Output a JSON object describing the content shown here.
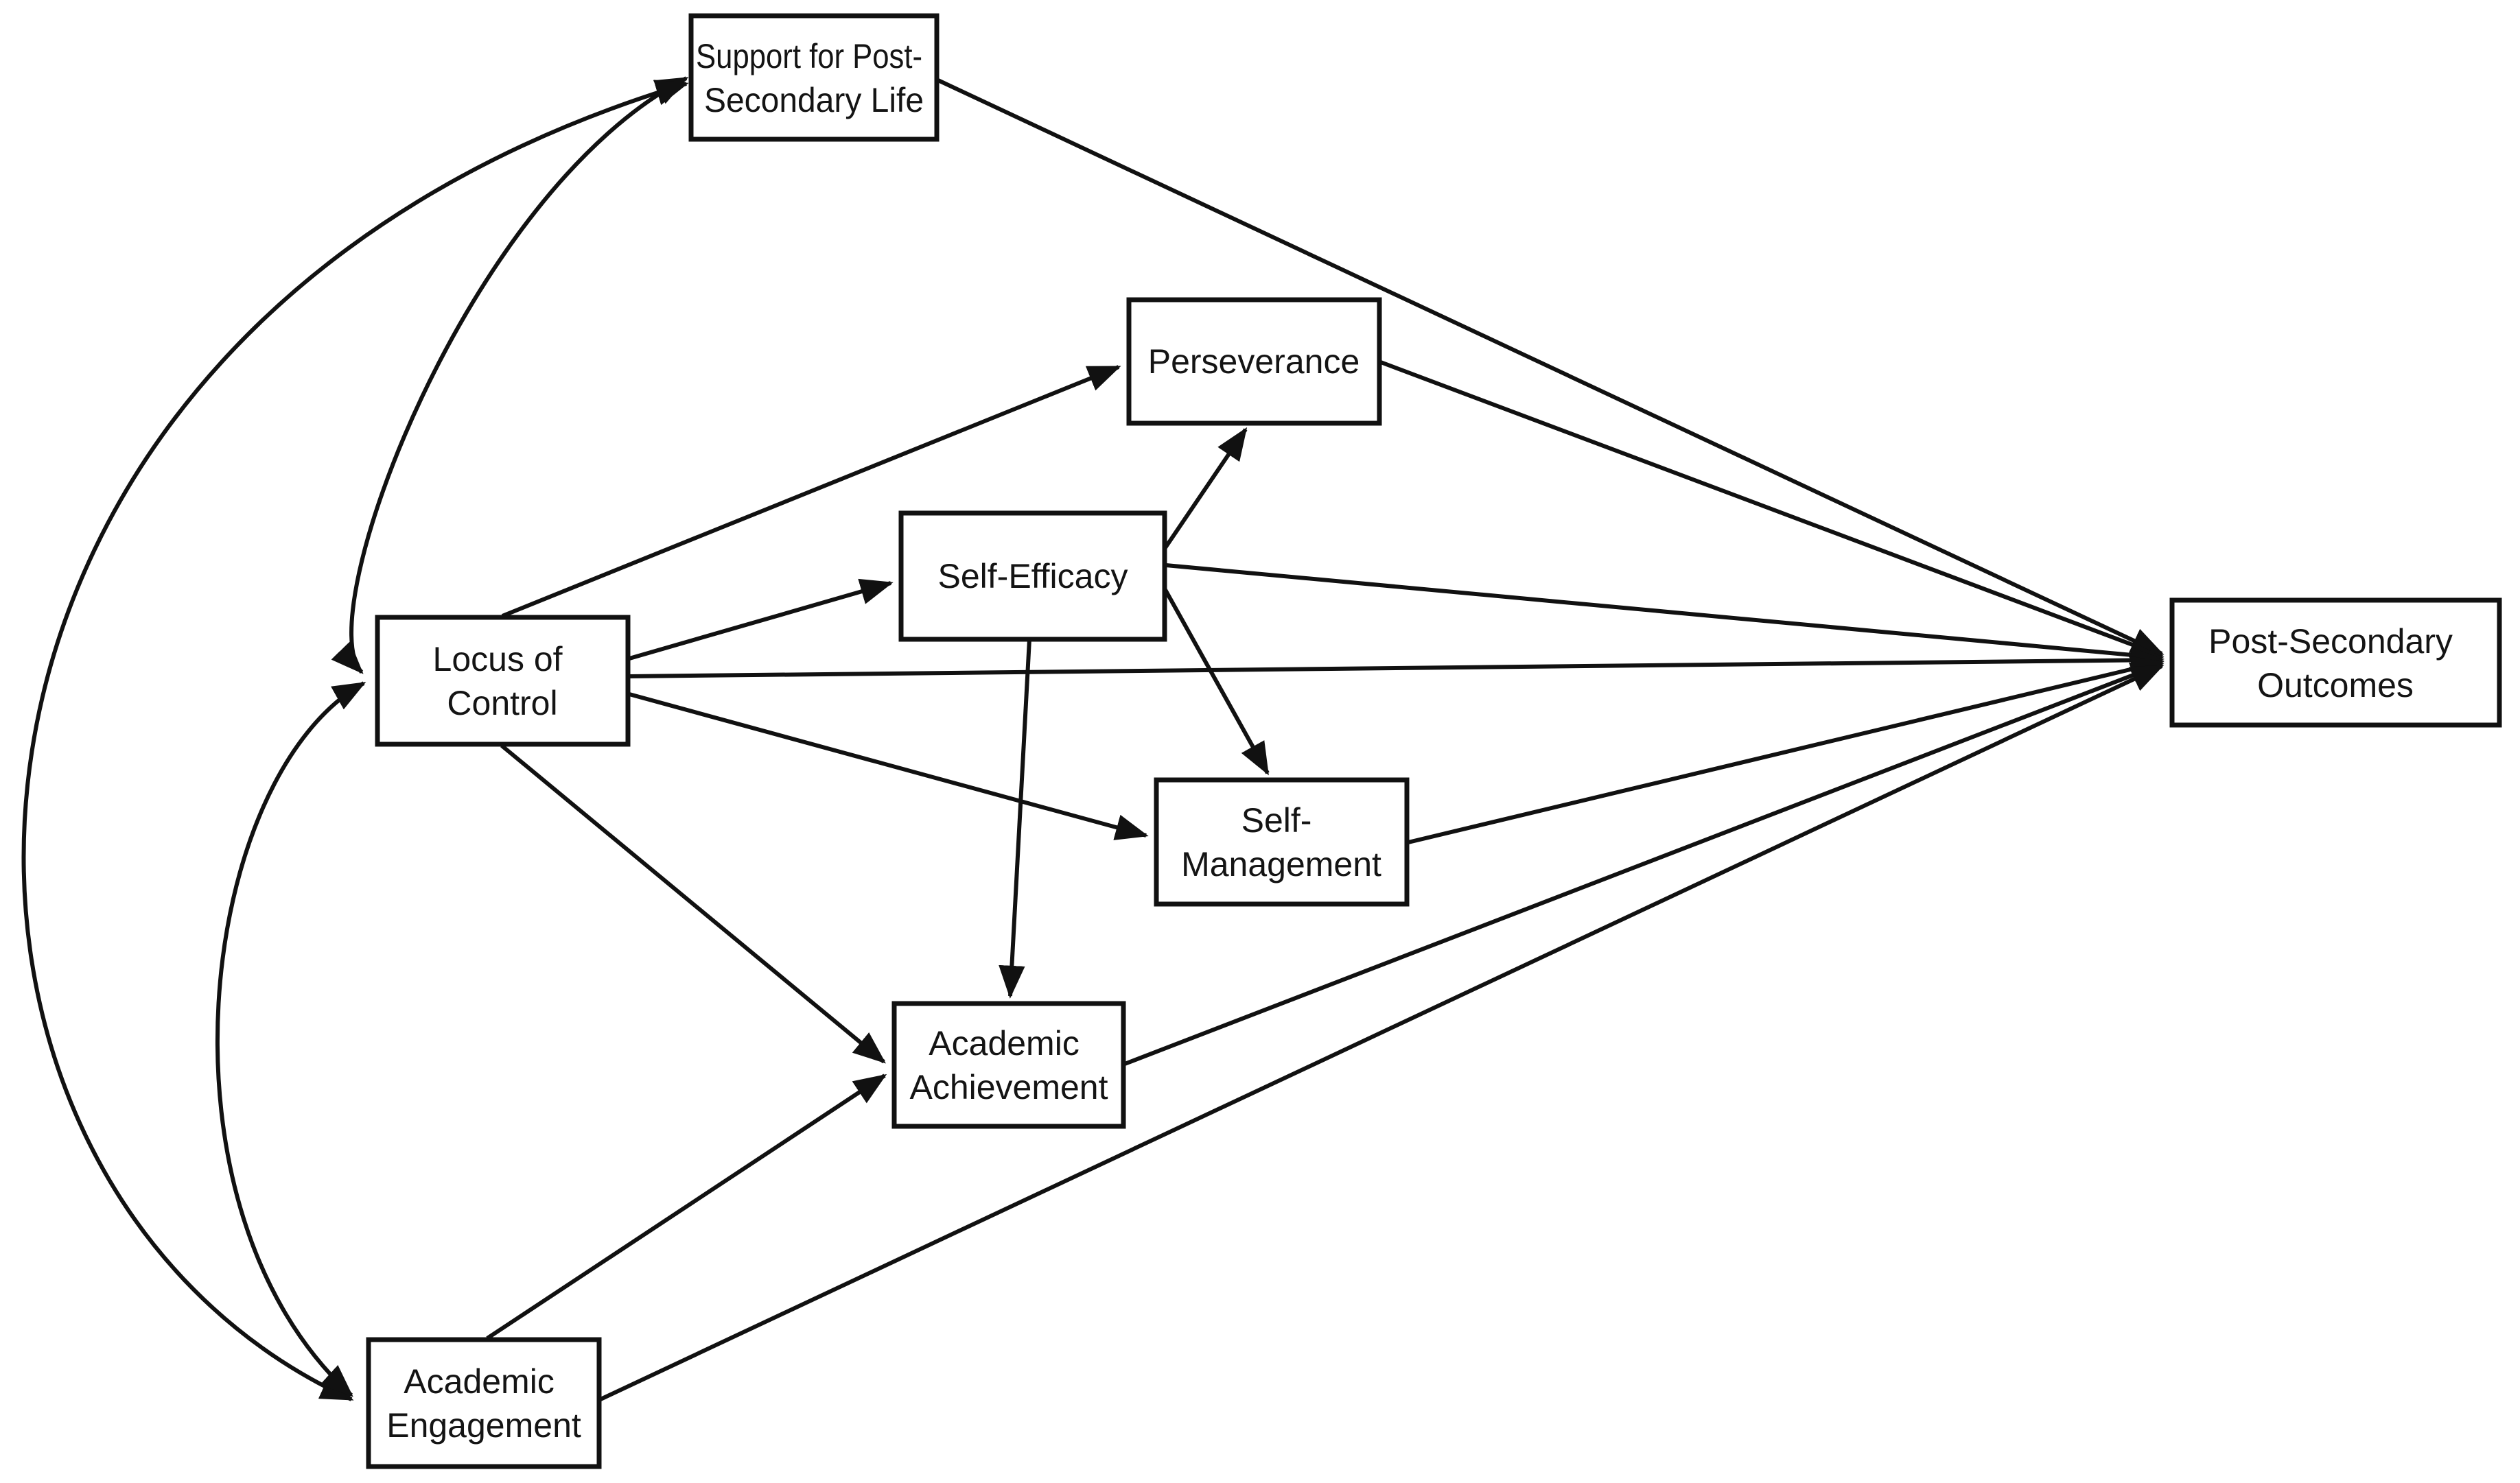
{
  "diagram": {
    "type": "path-model-diagram",
    "colors": {
      "background": "#ffffff",
      "box_fill": "#ffffff",
      "stroke": "#111111",
      "text": "#141414"
    },
    "nodes": {
      "support": {
        "label": "Support for Post-Secondary Life",
        "line1": "Support for Post-",
        "line2": "Secondary Life"
      },
      "perseverance": {
        "label": "Perseverance",
        "line1": "Perseverance",
        "line2": ""
      },
      "self_efficacy": {
        "label": "Self-Efficacy",
        "line1": "Self-Efficacy",
        "line2": ""
      },
      "locus": {
        "label": "Locus of Control",
        "line1": "Locus of",
        "line2": "Control"
      },
      "post_secondary_outcomes": {
        "label": "Post-Secondary Outcomes",
        "line1": "Post-Secondary",
        "line2": "Outcomes"
      },
      "self_management": {
        "label": "Self-Management",
        "line1": "Self-",
        "line2": "Management"
      },
      "academic_achievement": {
        "label": "Academic Achievement",
        "line1": "Academic",
        "line2": "Achievement"
      },
      "academic_engagement": {
        "label": "Academic Engagement",
        "line1": "Academic",
        "line2": "Engagement"
      }
    },
    "edges": [
      {
        "from": "Support for Post-Secondary Life",
        "to": "Post-Secondary Outcomes",
        "type": "directed"
      },
      {
        "from": "Perseverance",
        "to": "Post-Secondary Outcomes",
        "type": "directed"
      },
      {
        "from": "Self-Efficacy",
        "to": "Post-Secondary Outcomes",
        "type": "directed"
      },
      {
        "from": "Locus of Control",
        "to": "Post-Secondary Outcomes",
        "type": "directed"
      },
      {
        "from": "Self-Management",
        "to": "Post-Secondary Outcomes",
        "type": "directed"
      },
      {
        "from": "Academic Achievement",
        "to": "Post-Secondary Outcomes",
        "type": "directed"
      },
      {
        "from": "Academic Engagement",
        "to": "Post-Secondary Outcomes",
        "type": "directed"
      },
      {
        "from": "Locus of Control",
        "to": "Perseverance",
        "type": "directed"
      },
      {
        "from": "Locus of Control",
        "to": "Self-Efficacy",
        "type": "directed"
      },
      {
        "from": "Locus of Control",
        "to": "Self-Management",
        "type": "directed"
      },
      {
        "from": "Locus of Control",
        "to": "Academic Achievement",
        "type": "directed"
      },
      {
        "from": "Self-Efficacy",
        "to": "Perseverance",
        "type": "directed"
      },
      {
        "from": "Self-Efficacy",
        "to": "Self-Management",
        "type": "directed"
      },
      {
        "from": "Self-Efficacy",
        "to": "Academic Achievement",
        "type": "directed"
      },
      {
        "from": "Academic Engagement",
        "to": "Academic Achievement",
        "type": "directed"
      },
      {
        "from": "Support for Post-Secondary Life",
        "to": "Locus of Control",
        "type": "correlation-curve"
      },
      {
        "from": "Support for Post-Secondary Life",
        "to": "Academic Engagement",
        "type": "correlation-curve"
      },
      {
        "from": "Locus of Control",
        "to": "Academic Engagement",
        "type": "correlation-curve"
      }
    ]
  }
}
